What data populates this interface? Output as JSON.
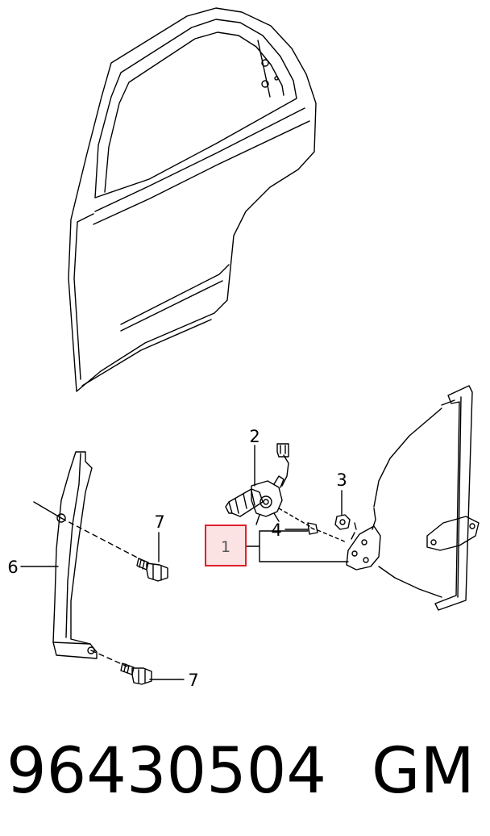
{
  "labels": {
    "l1": "1",
    "l2": "2",
    "l3": "3",
    "l4": "4",
    "l6": "6",
    "l7a": "7",
    "l7b": "7"
  },
  "caption": {
    "part_number": "96430504",
    "brand": "GM"
  },
  "colors": {
    "line": "#000000",
    "highlight_border": "#e0202a",
    "highlight_fill": "#fbe3e4"
  }
}
